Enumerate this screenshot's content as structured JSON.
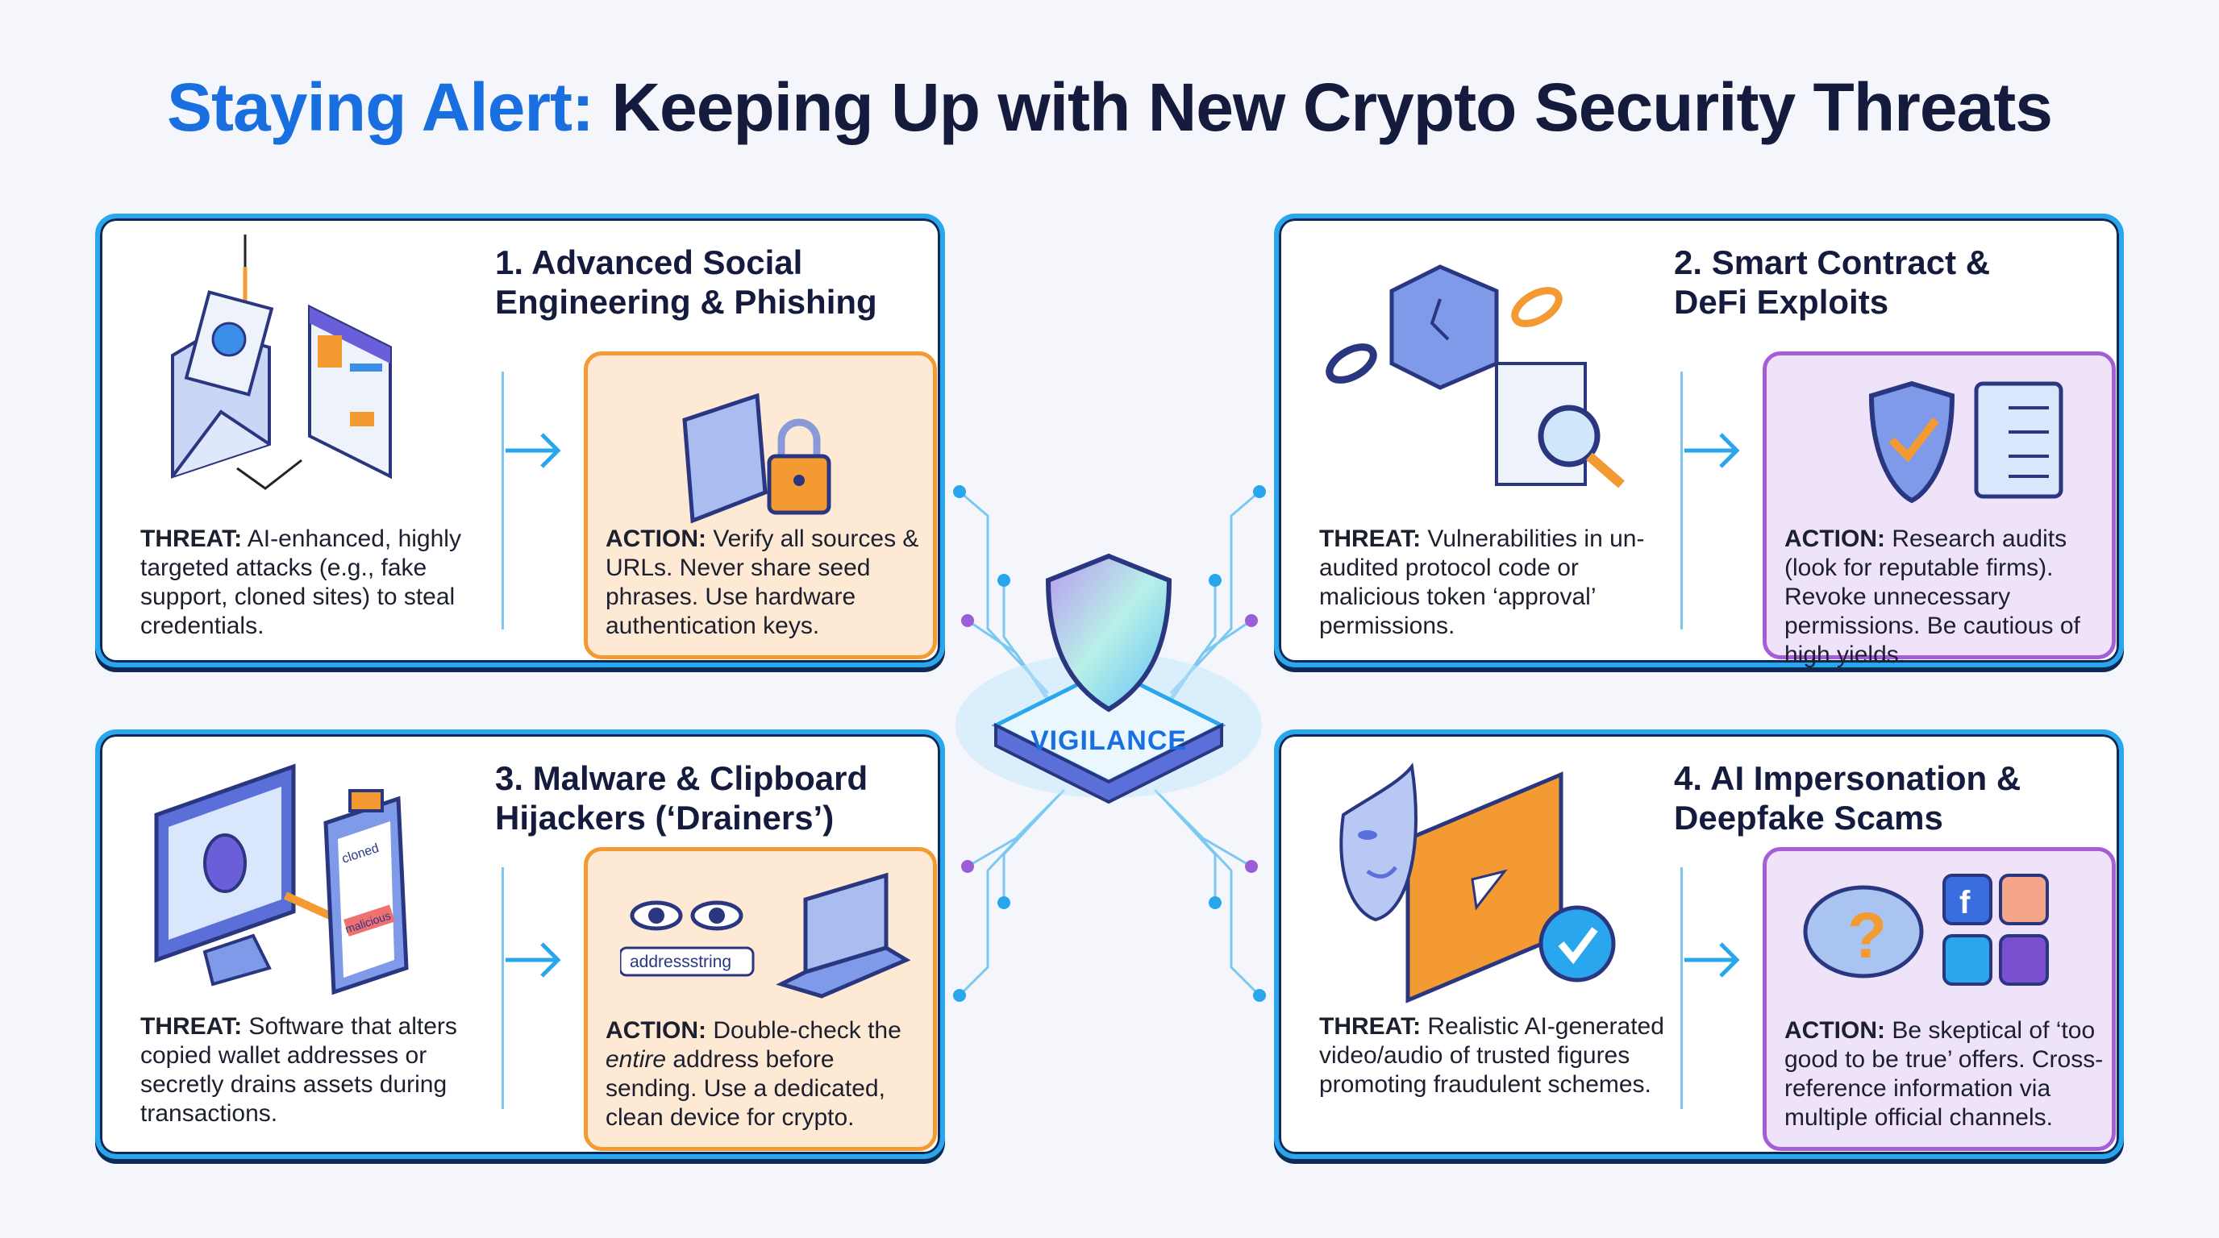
{
  "title": {
    "highlight": "Staying Alert:",
    "rest": " Keeping Up with New Crypto Security Threats"
  },
  "colors": {
    "accent_blue": "#1a6fe0",
    "navy": "#141b3c",
    "card_border": "#2aa6ee",
    "action_orange": "#f39a33",
    "action_purple": "#a55ed6"
  },
  "center": {
    "label": "VIGILANCE",
    "icon": "shield-icon"
  },
  "cards": [
    {
      "title": "1. Advanced Social\nEngineering & Phishing",
      "threat_label": "THREAT:",
      "threat": " AI-enhanced, highly targeted attacks (e.g., fake support, cloned sites) to steal credentials.",
      "action_label": "ACTION:",
      "action": " Verify all sources & URLs. Never share seed phrases. Use hardware authentication keys.",
      "icons": [
        "phishing-email-icon",
        "cloned-website-icon",
        "wallet-lock-icon"
      ]
    },
    {
      "title": "2. Smart Contract &\nDeFi Exploits",
      "threat_label": "THREAT:",
      "threat": " Vulnerabilities in un-audited protocol code or malicious token ‘approval’ permissions.",
      "action_label": "ACTION:",
      "action": " Research audits (look for reputable firms). Revoke unnecessary permissions. Be cautious of high yields.",
      "icons": [
        "broken-chain-cube-icon",
        "code-audit-magnifier-icon",
        "shield-check-icon",
        "checklist-icon"
      ]
    },
    {
      "title": "3. Malware & Clipboard\nHijackers (‘Drainers’)",
      "threat_label": "THREAT:",
      "threat": " Software that alters copied wallet addresses or secretly drains assets during transactions.",
      "action_label": "ACTION:",
      "action_pre": " Double-check the ",
      "action_em": "entire",
      "action_post": " address before sending. Use a dedicated, clean device for crypto.",
      "illus_text": {
        "clip_top": "cloned",
        "clip_bottom": "malicious",
        "address": "addressstring"
      },
      "icons": [
        "bug-monitor-icon",
        "clipboard-icon",
        "eyes-icon",
        "laptop-icon"
      ]
    },
    {
      "title": "4. AI Impersonation &\nDeepfake Scams",
      "threat_label": "THREAT:",
      "threat": " Realistic AI-generated video/audio of trusted figures promoting fraudulent schemes.",
      "action_label": "ACTION:",
      "action": " Be skeptical of ‘too good to be true’ offers. Cross-reference information via multiple official channels.",
      "icons": [
        "mask-icon",
        "video-play-icon",
        "verified-badge-icon",
        "brain-question-icon",
        "facebook-icon",
        "instagram-icon",
        "twitter-icon",
        "tiktok-icon"
      ]
    }
  ]
}
